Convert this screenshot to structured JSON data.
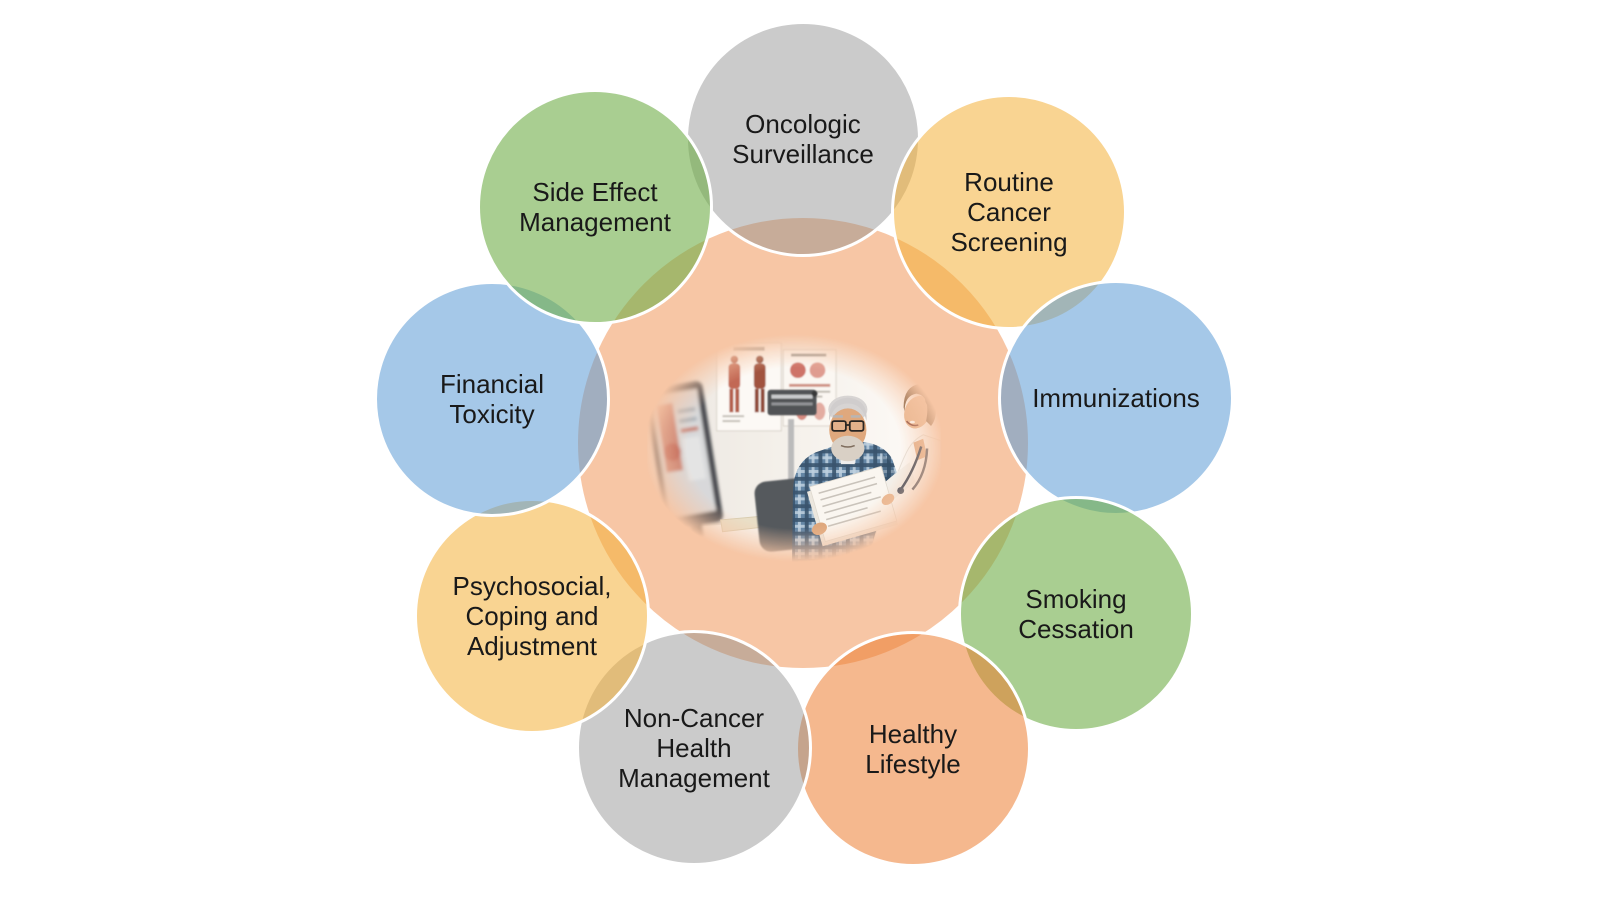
{
  "diagram": {
    "type": "radial-circle-diagram",
    "background_color": "#ffffff",
    "circle_stroke_color": "#ffffff",
    "text_color": "#191919",
    "center": {
      "fill_rgba": "rgba(237,125,49,0.44)",
      "fill_hex_over_white": "#F7C5A3",
      "photo_subject": "Senior male patient and smiling female clinician reviewing papers in an exam room with anatomy posters, a physician scale and a computer monitor"
    },
    "items": [
      {
        "label": "Oncologic\nSurveillance",
        "color_name": "gray",
        "fill_rgba": "rgba(140,140,140,0.45)",
        "fill_hex_over_white": "#CBCBCB"
      },
      {
        "label": "Routine\nCancer\nScreening",
        "color_name": "yellow",
        "fill_rgba": "rgba(244,177,57,0.55)",
        "fill_hex_over_white": "#F9D492"
      },
      {
        "label": "Immunizations",
        "color_name": "blue",
        "fill_rgba": "rgba(91,155,213,0.55)",
        "fill_hex_over_white": "#A5C8E8"
      },
      {
        "label": "Smoking\nCessation",
        "color_name": "green",
        "fill_rgba": "rgba(112,173,71,0.6)",
        "fill_hex_over_white": "#A9CE91"
      },
      {
        "label": "Healthy\nLifestyle",
        "color_name": "orange",
        "fill_rgba": "rgba(237,125,49,0.55)",
        "fill_hex_over_white": "#F5B78E"
      },
      {
        "label": "Non-Cancer\nHealth\nManagement",
        "color_name": "gray",
        "fill_rgba": "rgba(140,140,140,0.45)",
        "fill_hex_over_white": "#CBCBCB"
      },
      {
        "label": "Psychosocial,\nCoping and\nAdjustment",
        "color_name": "yellow",
        "fill_rgba": "rgba(244,177,57,0.55)",
        "fill_hex_over_white": "#F9D492"
      },
      {
        "label": "Financial\nToxicity",
        "color_name": "blue",
        "fill_rgba": "rgba(91,155,213,0.55)",
        "fill_hex_over_white": "#A5C8E8"
      },
      {
        "label": "Side Effect\nManagement",
        "color_name": "green",
        "fill_rgba": "rgba(112,173,71,0.6)",
        "fill_hex_over_white": "#A9CE91"
      }
    ]
  }
}
